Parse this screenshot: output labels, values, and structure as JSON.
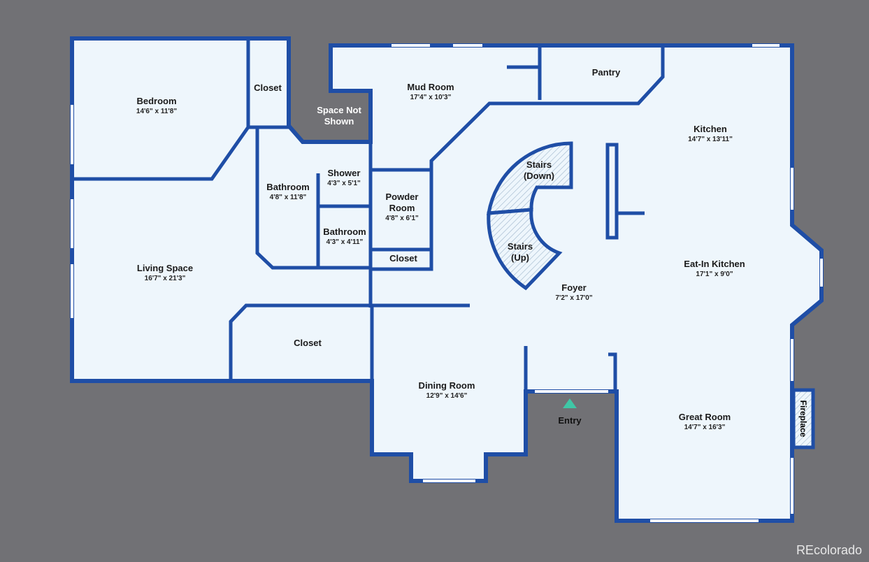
{
  "rooms": [
    {
      "name": "Bedroom",
      "dims": "14'6\" x 11'8\""
    },
    {
      "name": "Closet",
      "dims": ""
    },
    {
      "name": "Space Not Shown",
      "dims": ""
    },
    {
      "name": "Mud Room",
      "dims": "17'4\" x 10'3\""
    },
    {
      "name": "Pantry",
      "dims": ""
    },
    {
      "name": "Kitchen",
      "dims": "14'7\" x 13'11\""
    },
    {
      "name": "Shower",
      "dims": "4'3\" x 5'1\""
    },
    {
      "name": "Bathroom",
      "dims": "4'8\" x 11'8\""
    },
    {
      "name": "Powder Room",
      "dims": "4'8\" x 6'1\""
    },
    {
      "name": "Bathroom",
      "dims": "4'3\" x 4'11\""
    },
    {
      "name": "Stairs (Down)",
      "dims": ""
    },
    {
      "name": "Stairs (Up)",
      "dims": ""
    },
    {
      "name": "Closet",
      "dims": ""
    },
    {
      "name": "Living Space",
      "dims": "16'7\" x 21'3\""
    },
    {
      "name": "Eat-In Kitchen",
      "dims": "17'1\" x 9'0\""
    },
    {
      "name": "Foyer",
      "dims": "7'2\" x 17'0\""
    },
    {
      "name": "Closet",
      "dims": ""
    },
    {
      "name": "Dining Room",
      "dims": "12'9\" x 14'6\""
    },
    {
      "name": "Great Room",
      "dims": "14'7\" x 16'3\""
    }
  ],
  "entry_label": "Entry",
  "fireplace_label": "Fireplace",
  "watermark": "REcolorado",
  "colors": {
    "wall": "#1f4ea6",
    "floor": "#eef6fc",
    "background": "#717175",
    "entry": "#3fc7a6"
  }
}
